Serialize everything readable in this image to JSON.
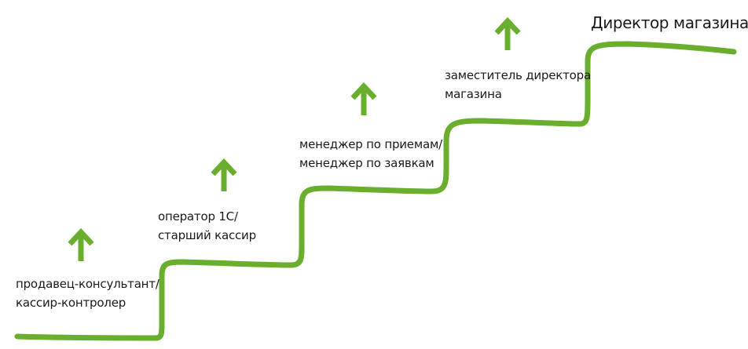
{
  "colors": {
    "stair_line": "#6aae2e",
    "arrow": "#6aae2e",
    "text": "#1a1a1a",
    "background": "#ffffff"
  },
  "arrow_icon": "up-arrow-icon",
  "steps": [
    {
      "line1": "продавец-консультант/",
      "line2": "кассир-контролер"
    },
    {
      "line1": "оператор 1С/",
      "line2": "старший кассир"
    },
    {
      "line1": "менеджер по приемам/",
      "line2": "менеджер по заявкам"
    },
    {
      "line1": "заместитель директора",
      "line2": "магазина"
    }
  ],
  "top_step": {
    "title": "Директор магазина"
  }
}
